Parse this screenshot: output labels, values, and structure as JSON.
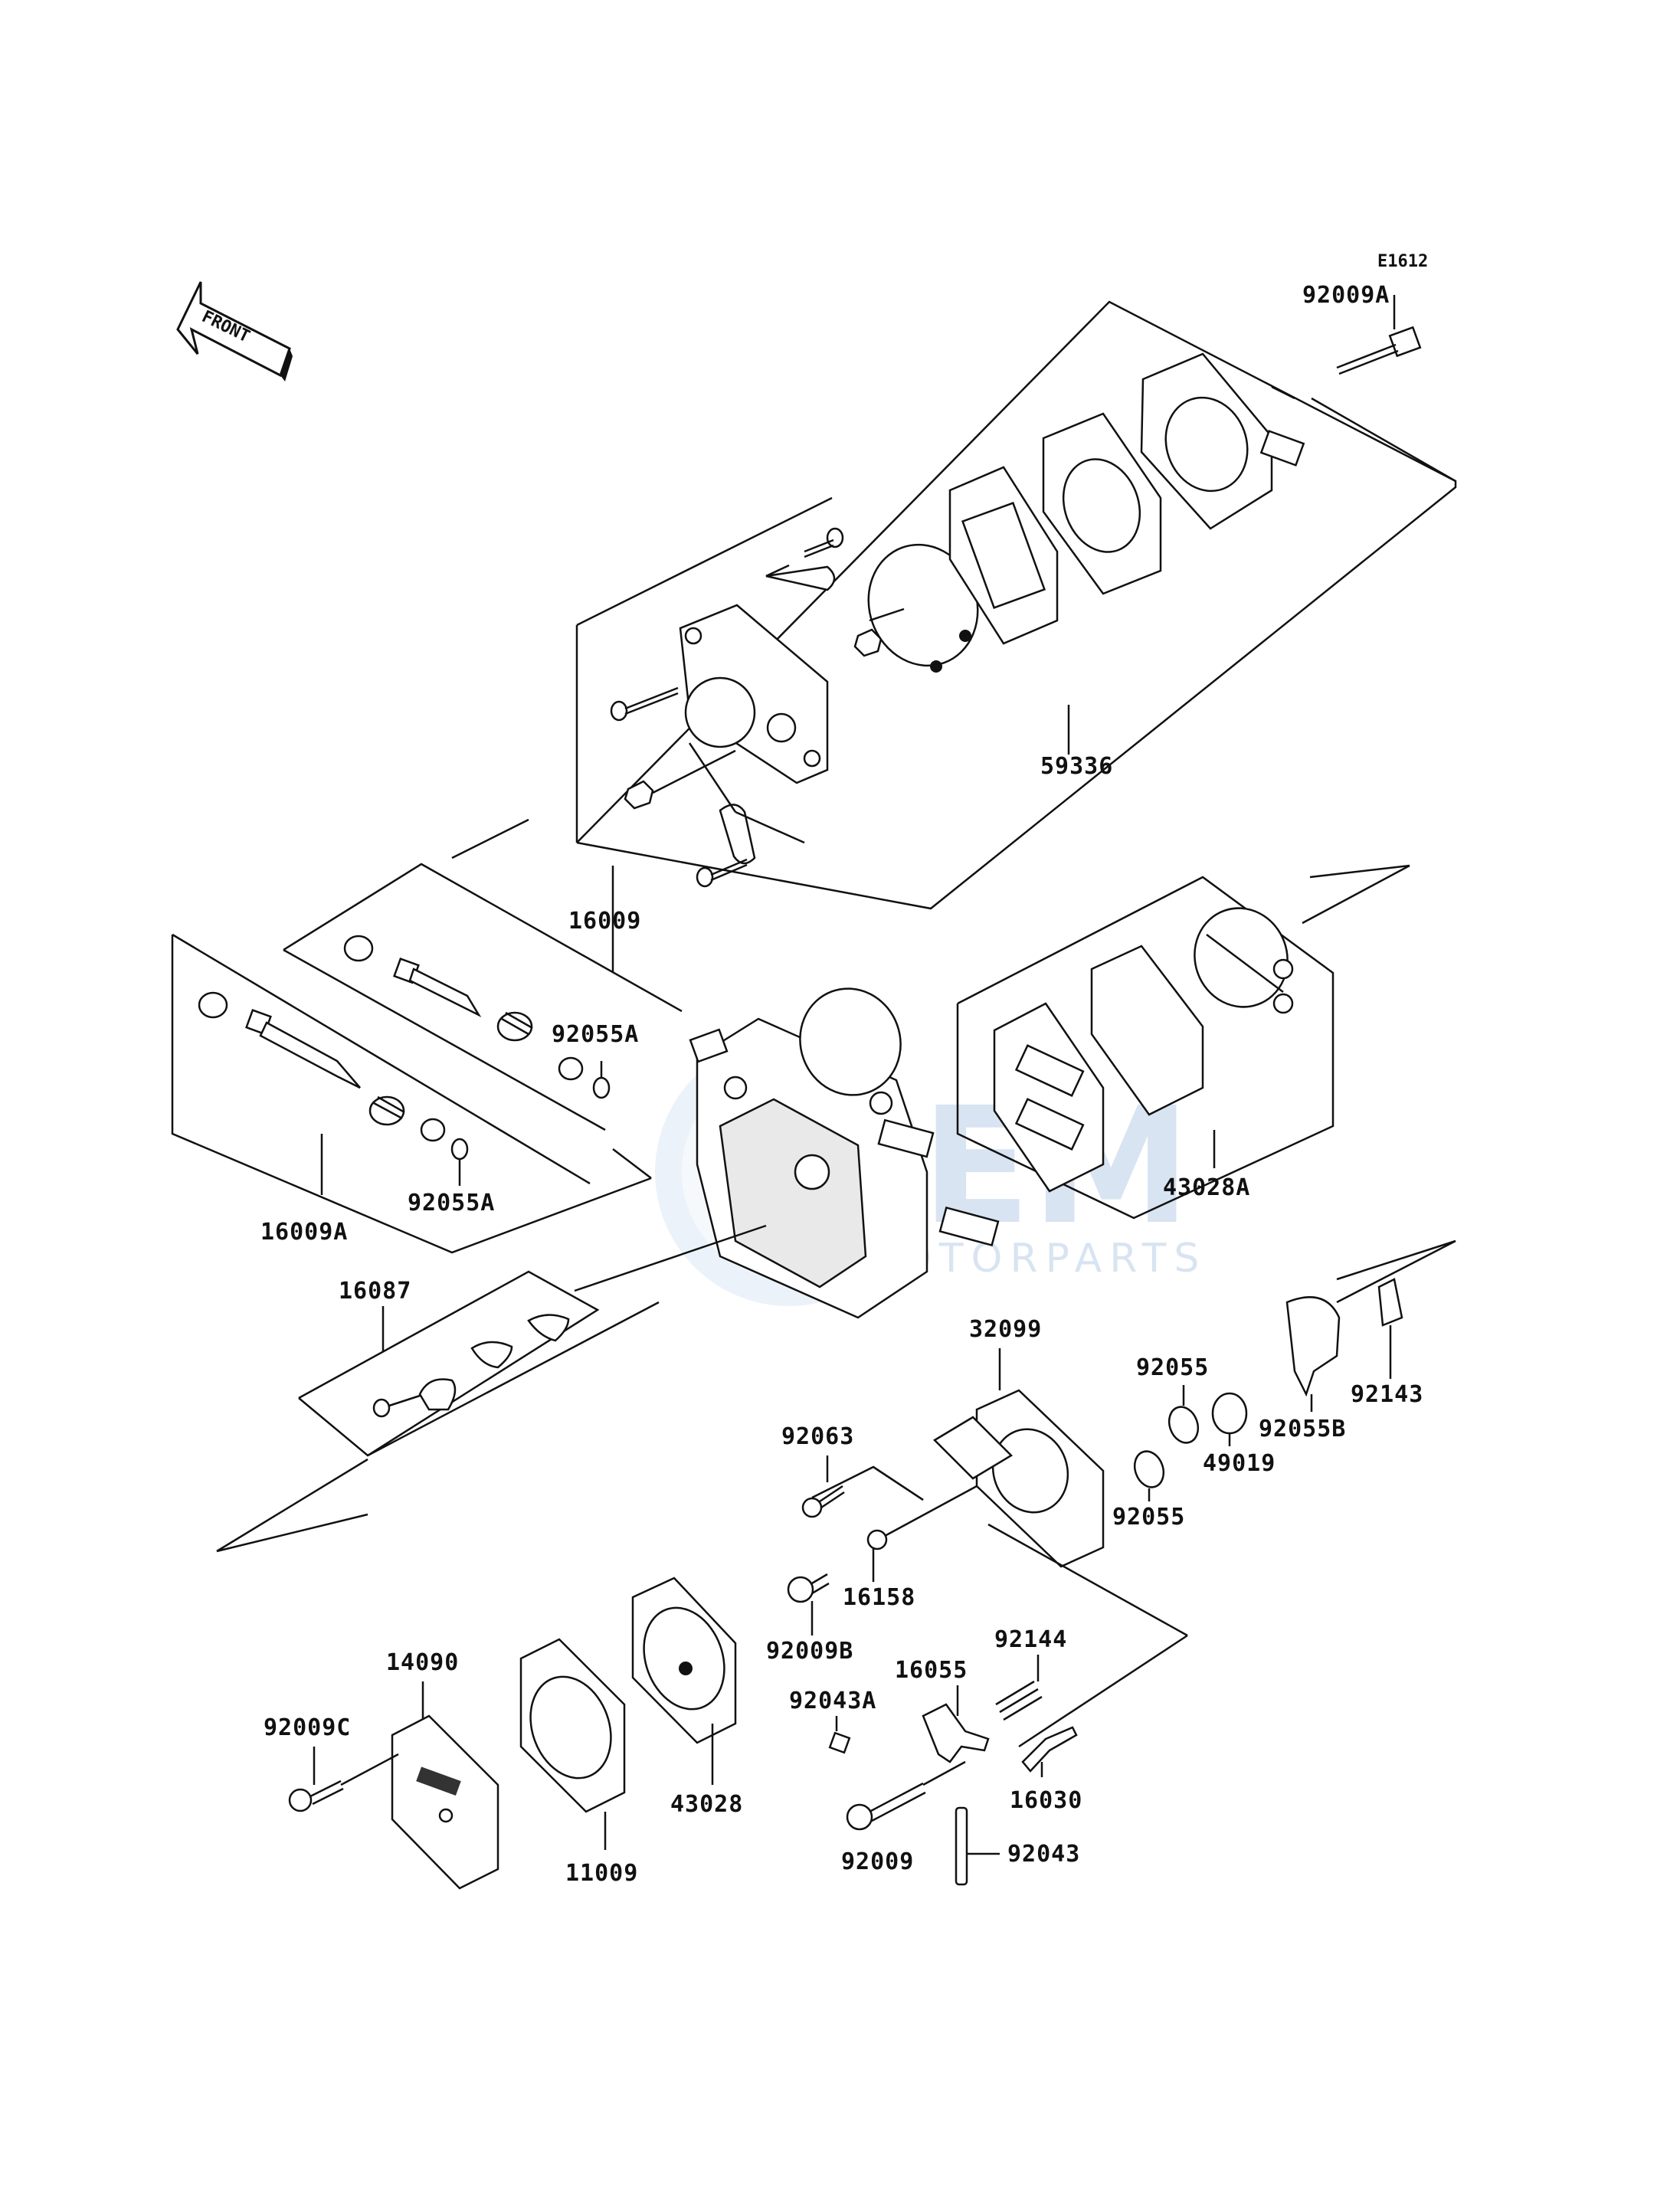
{
  "diagram": {
    "code": "E1612",
    "front_arrow_label": "FRONT",
    "watermark": {
      "main": "GEM",
      "sub": "MOTORPARTS"
    },
    "callouts": {
      "p92009A": "92009A",
      "p59336": "59336",
      "p16009": "16009",
      "p92055A_1": "92055A",
      "p92055A_2": "92055A",
      "p16009A": "16009A",
      "p43028A": "43028A",
      "p16087": "16087",
      "p32099": "32099",
      "p92055_1": "92055",
      "p92055_2": "92055",
      "p92063": "92063",
      "p49019": "49019",
      "p92055B": "92055B",
      "p92143": "92143",
      "p16158": "16158",
      "p92009B": "92009B",
      "p92144": "92144",
      "p14090": "14090",
      "p92009C": "92009C",
      "p16055": "16055",
      "p92043A": "92043A",
      "p43028": "43028",
      "p16030": "16030",
      "p11009": "11009",
      "p92009": "92009",
      "p92043": "92043"
    }
  }
}
